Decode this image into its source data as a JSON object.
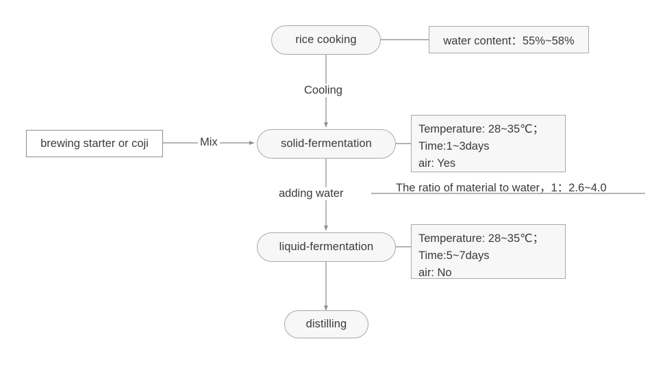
{
  "diagram": {
    "title": "rice wine brewing process flow",
    "background": "#ffffff",
    "node_fill": "#f7f7f7",
    "node_stroke": "#a8a8a8",
    "line_color": "#9a9a9a",
    "text_color": "#3a3a3a"
  },
  "nodes": {
    "rice_cooking": "rice cooking",
    "solid_fermentation": "solid-fermentation",
    "liquid_fermentation": "liquid-fermentation",
    "distilling": "distilling",
    "brewing_starter": "brewing starter or coji"
  },
  "edge_labels": {
    "cooling": "Cooling",
    "mix": "Mix",
    "adding_water": "adding water",
    "ratio": "The ratio of material to water，1：2.6~4.0"
  },
  "info": {
    "water_content": "water content：55%~58%",
    "solid": {
      "temperature": "Temperature: 28~35℃；",
      "time": "Time:1~3days",
      "air": "air: Yes"
    },
    "liquid": {
      "temperature": "Temperature: 28~35℃；",
      "time": "Time:5~7days",
      "air": "air: No"
    }
  }
}
